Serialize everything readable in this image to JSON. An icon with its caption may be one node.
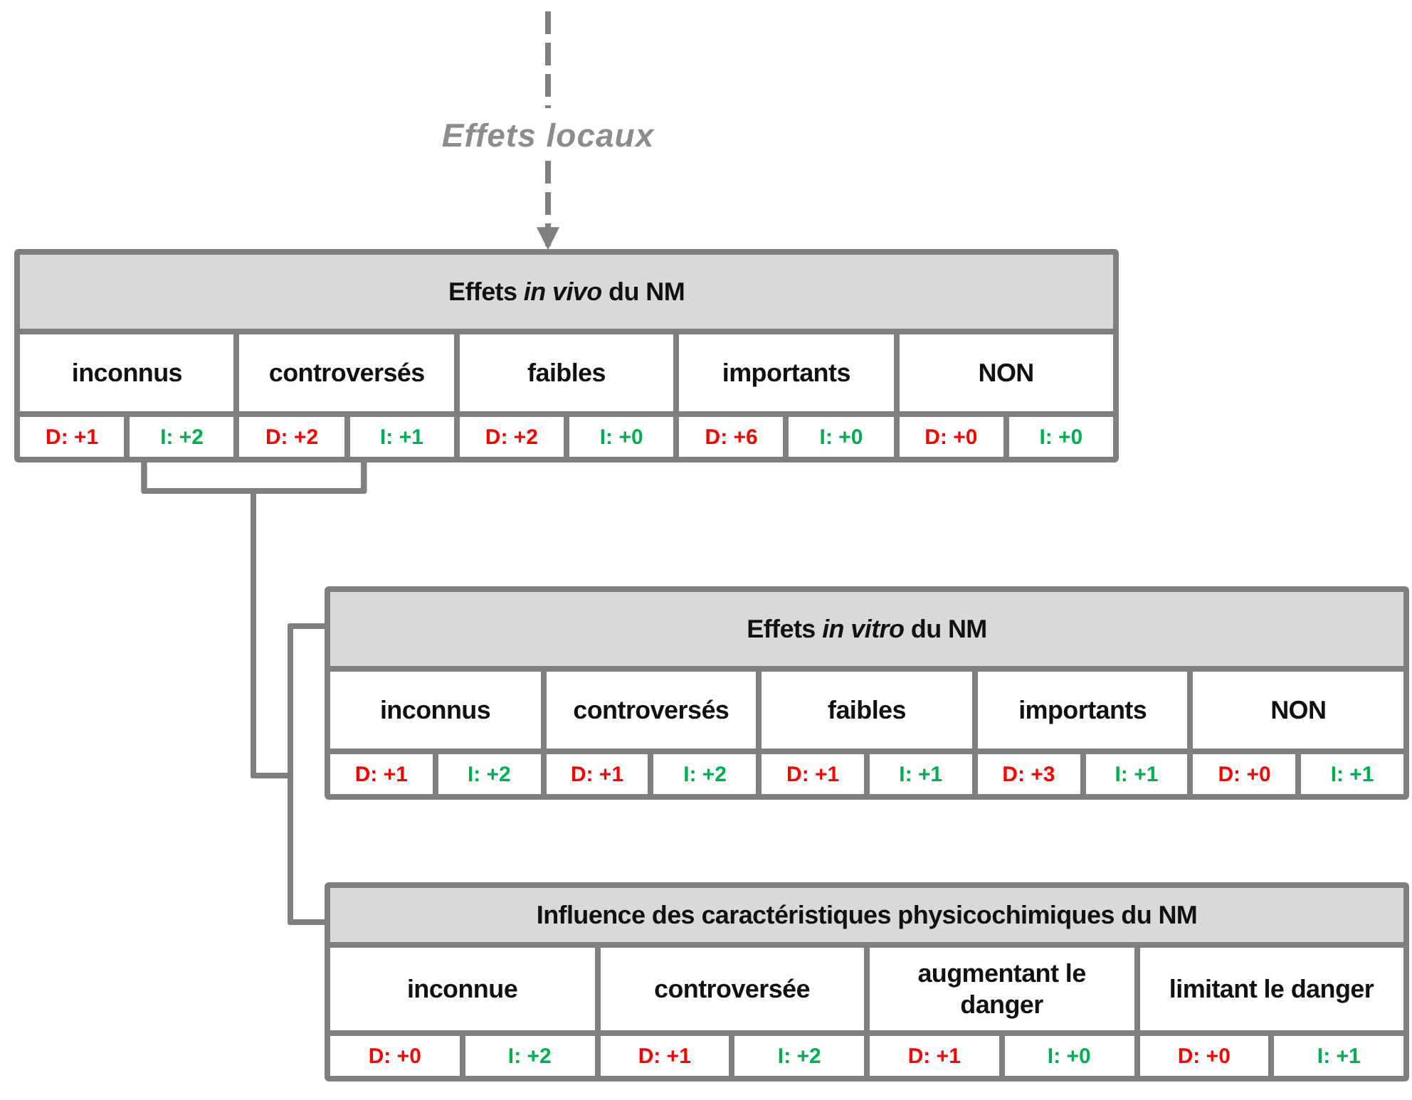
{
  "diagram": {
    "nodes": [
      {
        "text": [
          "Effets locaux"
        ]
      },
      {
        "text": [
          "Effets *in vivo* du NM"
        ]
      },
      {
        "text": [
          "inconnus"
        ],
        "in": 1
      },
      {
        "text": [
          "D: +1"
        ],
        "in": 2
      },
      {
        "text": [
          "I: +2"
        ],
        "in": 2
      },
      {
        "text": [
          "controversés"
        ],
        "in": 1
      },
      {
        "text": [
          "D: +2"
        ],
        "in": 5
      },
      {
        "text": [
          "I: +1"
        ],
        "in": 5
      },
      {
        "text": [
          "faibles"
        ],
        "in": 1
      },
      {
        "text": [
          "D: +2"
        ],
        "in": 8
      },
      {
        "text": [
          "I: +0"
        ],
        "in": 8
      },
      {
        "text": [
          "importants"
        ],
        "in": 1
      },
      {
        "text": [
          "D: +6"
        ],
        "in": 11
      },
      {
        "text": [
          "I: +0"
        ],
        "in": 11
      },
      {
        "text": [
          "NON"
        ],
        "in": 1
      },
      {
        "text": [
          "D: +0"
        ],
        "in": 14
      },
      {
        "text": [
          "I: +0"
        ],
        "in": 14
      },
      {
        "text": [
          "Effets *in vitro* du NM"
        ]
      },
      {
        "text": [
          "inconnus"
        ],
        "in": 17
      },
      {
        "text": [
          "D: +1"
        ],
        "in": 18
      },
      {
        "text": [
          "I: +2"
        ],
        "in": 18
      },
      {
        "text": [
          "controversés"
        ],
        "in": 17
      },
      {
        "text": [
          "D: +1"
        ],
        "in": 21
      },
      {
        "text": [
          "I: +2"
        ],
        "in": 21
      },
      {
        "text": [
          "faibles"
        ],
        "in": 17
      },
      {
        "text": [
          "D: +1"
        ],
        "in": 24
      },
      {
        "text": [
          "I: +1"
        ],
        "in": 24
      },
      {
        "text": [
          "importants"
        ],
        "in": 17
      },
      {
        "text": [
          "D: +3"
        ],
        "in": 27
      },
      {
        "text": [
          "I: +1"
        ],
        "in": 27
      },
      {
        "text": [
          "NON"
        ],
        "in": 17
      },
      {
        "text": [
          "D: +0"
        ],
        "in": 30
      },
      {
        "text": [
          "I: +1"
        ],
        "in": 30
      },
      {
        "text": [
          "Influence des caractéristiques physicochimiques du NM"
        ]
      },
      {
        "text": [
          "inconnue"
        ],
        "in": 33
      },
      {
        "text": [
          "D: +0"
        ],
        "in": 34
      },
      {
        "text": [
          "I: +2"
        ],
        "in": 34
      },
      {
        "text": [
          "controversée"
        ],
        "in": 33
      },
      {
        "text": [
          "D: +1"
        ],
        "in": 37
      },
      {
        "text": [
          "I: +2"
        ],
        "in": 37
      },
      {
        "text": [
          "augmentant le danger"
        ],
        "in": 33
      },
      {
        "text": [
          "D: +1"
        ],
        "in": 40
      },
      {
        "text": [
          "I: +0"
        ],
        "in": 40
      },
      {
        "text": [
          "limitant le danger"
        ],
        "in": 33
      },
      {
        "text": [
          "D: +0"
        ],
        "in": 43
      },
      {
        "text": [
          "I: +1"
        ],
        "in": 43
      }
    ],
    "edges": [
      {
        "from": null,
        "to": 0,
        "arrow": "none",
        "style": "dashed"
      },
      {
        "from": 0,
        "to": 1,
        "arrow": "to",
        "style": "dashed"
      },
      {
        "from": 2,
        "to": 17,
        "arrow": "none"
      },
      {
        "from": 5,
        "to": 17,
        "arrow": "none"
      },
      {
        "from": 2,
        "to": 33,
        "arrow": "none"
      },
      {
        "from": 5,
        "to": 33,
        "arrow": "none"
      }
    ]
  }
}
